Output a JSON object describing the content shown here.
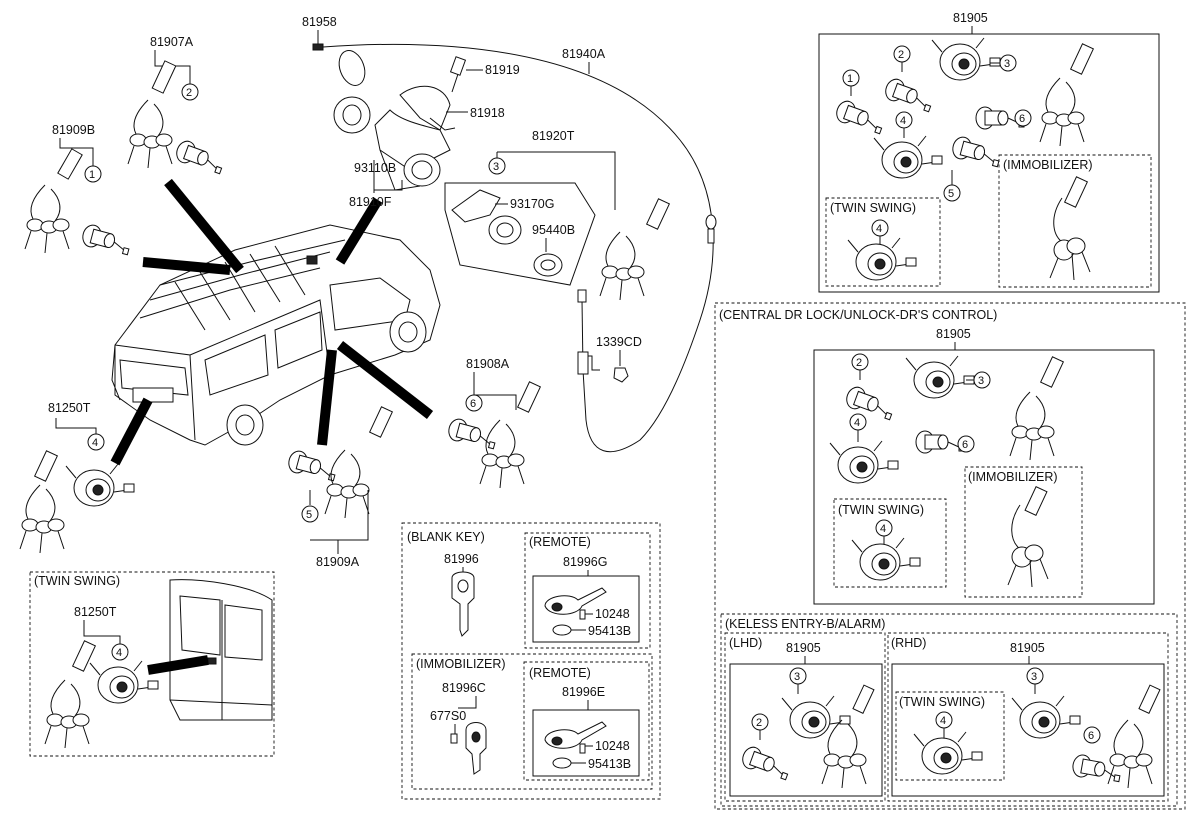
{
  "labels": {
    "p81958": "81958",
    "p81907A": "81907A",
    "p81940A": "81940A",
    "p81919": "81919",
    "p81918": "81918",
    "p81909B": "81909B",
    "p93110B": "93110B",
    "p81910F": "81910F",
    "p81920T": "81920T",
    "p93170G": "93170G",
    "p95440B": "95440B",
    "p1339CD": "1339CD",
    "p81908A": "81908A",
    "p81250T": "81250T",
    "p81909A": "81909A",
    "p81250T_b": "81250T",
    "p81996": "81996",
    "p81996G": "81996G",
    "p10248_a": "10248",
    "p95413B_a": "95413B",
    "p81996C": "81996C",
    "p67750": "677S0",
    "p81996E": "81996E",
    "p10248_b": "10248",
    "p95413B_b": "95413B",
    "p81905_a": "81905",
    "p81905_b": "81905",
    "p81905_lhd": "81905",
    "p81905_rhd": "81905"
  },
  "sections": {
    "twin_swing": "(TWIN SWING)",
    "blank_key": "(BLANK KEY)",
    "remote_a": "(REMOTE)",
    "immobilizer": "(IMMOBILIZER)",
    "remote_b": "(REMOTE)",
    "twin_swing_tr": "(TWIN SWING)",
    "immobilizer_tr": "(IMMOBILIZER)",
    "central": "(CENTRAL DR LOCK/UNLOCK-DR'S CONTROL)",
    "twin_swing_mr": "(TWIN SWING)",
    "immobilizer_mr": "(IMMOBILIZER)",
    "keyless": "(KELESS ENTRY-B/ALARM)",
    "lhd": "(LHD)",
    "rhd": "(RHD)",
    "twin_swing_rhd": "(TWIN SWING)"
  },
  "callouts": {
    "n1": "1",
    "n2": "2",
    "n3": "3",
    "n4": "4",
    "n5": "5",
    "n6": "6"
  }
}
